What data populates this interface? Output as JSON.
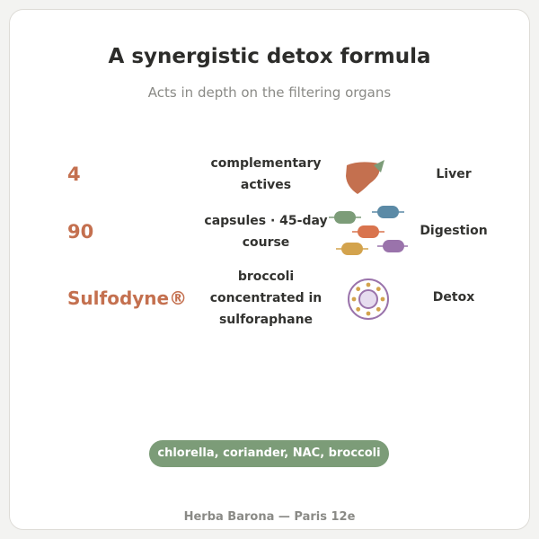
{
  "header": {
    "title": "A synergistic detox formula",
    "subtitle": "Acts in depth on the filtering organs"
  },
  "rows": [
    {
      "value": "4",
      "description": "complementary actives",
      "label": "Liver",
      "icon": "liver-icon"
    },
    {
      "value": "90",
      "description": "capsules · 45-day course",
      "label": "Digestion",
      "icon": "capsules-icon"
    },
    {
      "value": "Sulfodyne®",
      "description": "broccoli concentrated in sulforaphane",
      "label": "Detox",
      "icon": "cell-icon"
    }
  ],
  "ingredients_pill": "chlorella, coriander, NAC, broccoli",
  "footer": "Herba Barona — Paris 12e",
  "colors": {
    "accent": "#c4704f",
    "green": "#7c9c78",
    "blue": "#5b8aa6",
    "orange": "#d9744e",
    "mustard": "#d3a34d",
    "purple": "#9a73ab",
    "lavender": "#e6dcef"
  }
}
